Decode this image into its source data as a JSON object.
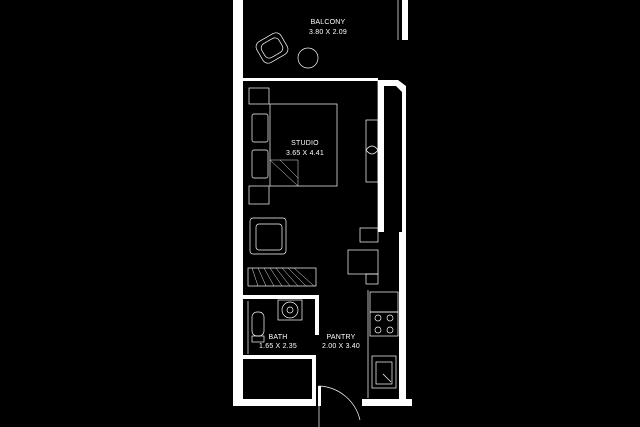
{
  "rooms": {
    "balcony": {
      "name": "BALCONY",
      "size": "3.80 X 2.09"
    },
    "studio": {
      "name": "STUDIO",
      "size": "3.65 X 4.41"
    },
    "bath": {
      "name": "BATH",
      "size": "1.65 X 2.35"
    },
    "pantry": {
      "name": "PANTRY",
      "size": "2.00 X 3.40"
    }
  },
  "colors": {
    "background": "#000000",
    "linework": "#ffffff"
  }
}
